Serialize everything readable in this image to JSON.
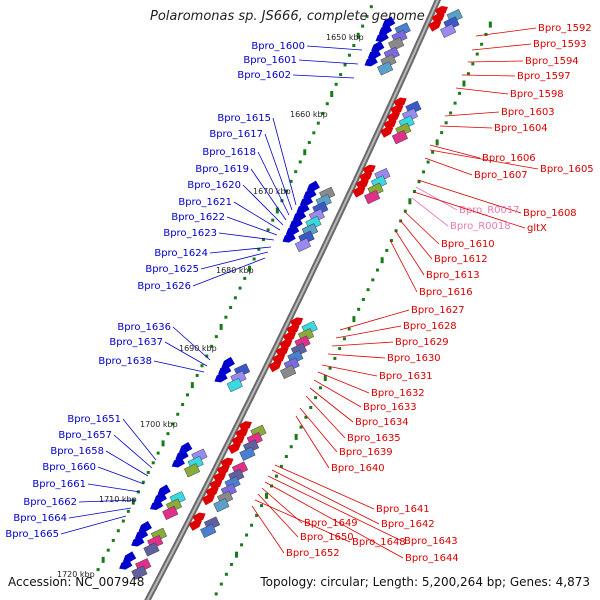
{
  "header": {
    "title": "Polaromonas sp. JS666, complete genome"
  },
  "footer": {
    "accession": "Accession: NC_007948",
    "topology": "Topology: circular; Length: 5,200,264 bp; Genes: 4,873"
  },
  "colors": {
    "backbone": "#888888",
    "left_strand": "#0000cc",
    "right_strand": "#dd0000",
    "rna": "#e87ab6",
    "tick": "#1a7a1a"
  },
  "kbp_labels": [
    "1650 kbp",
    "1660 kbp",
    "1670 kbp",
    "1680 kbp",
    "1690 kbp",
    "1700 kbp",
    "1710 kbp",
    "1720 kbp"
  ],
  "left_genes": [
    "Bpro_1600",
    "Bpro_1601",
    "Bpro_1602",
    "Bpro_1615",
    "Bpro_1617",
    "Bpro_1618",
    "Bpro_1619",
    "Bpro_1620",
    "Bpro_1621",
    "Bpro_1622",
    "Bpro_1623",
    "Bpro_1624",
    "Bpro_1625",
    "Bpro_1626",
    "Bpro_1636",
    "Bpro_1637",
    "Bpro_1638",
    "Bpro_1651",
    "Bpro_1657",
    "Bpro_1658",
    "Bpro_1660",
    "Bpro_1661",
    "Bpro_1662",
    "Bpro_1664",
    "Bpro_1665"
  ],
  "right_genes": [
    "Bpro_1592",
    "Bpro_1593",
    "Bpro_1594",
    "Bpro_1597",
    "Bpro_1598",
    "Bpro_1603",
    "Bpro_1604",
    "Bpro_1606",
    "Bpro_1605",
    "Bpro_1607",
    "Bpro_1608",
    "Bpro_R0017",
    "gltX",
    "Bpro_R0018",
    "Bpro_1610",
    "Bpro_1612",
    "Bpro_1613",
    "Bpro_1616",
    "Bpro_1627",
    "Bpro_1628",
    "Bpro_1629",
    "Bpro_1630",
    "Bpro_1631",
    "Bpro_1632",
    "Bpro_1633",
    "Bpro_1634",
    "Bpro_1635",
    "Bpro_1639",
    "Bpro_1640",
    "Bpro_1641",
    "Bpro_1642",
    "Bpro_1643",
    "Bpro_1644",
    "Bpro_1649",
    "Bpro_1650",
    "Bpro_1648",
    "Bpro_1652"
  ]
}
